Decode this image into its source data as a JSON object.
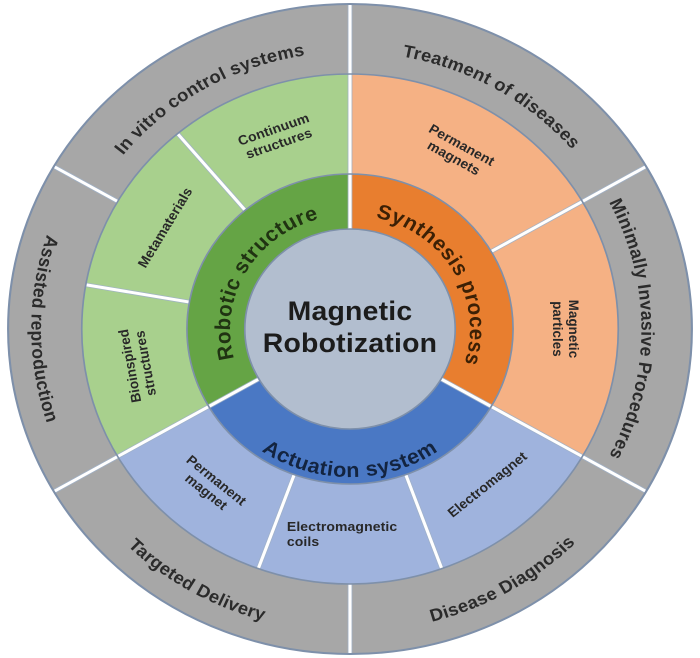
{
  "title": "Magnetic Robotization sunburst diagram",
  "center": {
    "label": "Magnetic Robotization",
    "lines": [
      "Magnetic",
      "Robotization"
    ],
    "fill": "#b2becf",
    "text_color": "#1c1c1c"
  },
  "inner_ring": [
    {
      "label": "Synthesis process",
      "start": 0,
      "end": 120,
      "color": "#e87e2f",
      "text_color": "#3c2005"
    },
    {
      "label": "Actuation system",
      "start": 120,
      "end": 240,
      "color": "#4a78c4",
      "text_color": "#132440"
    },
    {
      "label": "Robotic structure",
      "start": 240,
      "end": 360,
      "color": "#65a445",
      "text_color": "#203312"
    }
  ],
  "middle_ring": [
    {
      "label": "Permanent magnets",
      "lines": [
        "Permanent",
        "magnets"
      ],
      "start": 0,
      "end": 60,
      "color": "#f5b184"
    },
    {
      "label": "Magnetic particles",
      "lines": [
        "Magnetic",
        "particles"
      ],
      "start": 60,
      "end": 120,
      "color": "#f5b184"
    },
    {
      "label": "Electromagnet",
      "lines": [
        "Electromagnet"
      ],
      "start": 120,
      "end": 160,
      "color": "#9fb3dd"
    },
    {
      "label": "Electromagnetic coils",
      "lines": [
        "Electromagnetic",
        "coils"
      ],
      "start": 160,
      "end": 200,
      "color": "#9fb3dd",
      "align": "start"
    },
    {
      "label": "Permanent magnet",
      "lines": [
        "Permanent",
        "magnet"
      ],
      "start": 200,
      "end": 240,
      "color": "#9fb3dd"
    },
    {
      "label": "Bioinspired structures",
      "lines": [
        "Bioinspired",
        "structures"
      ],
      "start": 240,
      "end": 280,
      "color": "#a8d08d"
    },
    {
      "label": "Metamaterials",
      "lines": [
        "Metamaterials"
      ],
      "start": 280,
      "end": 320,
      "color": "#a8d08d"
    },
    {
      "label": "Continuum structures",
      "lines": [
        "Continuum",
        "structures"
      ],
      "start": 320,
      "end": 360,
      "color": "#a8d08d"
    }
  ],
  "outer_ring": [
    {
      "label": "Treatment of diseases",
      "start": 0,
      "end": 60,
      "color": "#a7a7a7"
    },
    {
      "label": "Minimally Invasive Procedures",
      "start": 60,
      "end": 120,
      "color": "#a7a7a7"
    },
    {
      "label": "Disease Diagnosis",
      "start": 120,
      "end": 180,
      "color": "#a7a7a7"
    },
    {
      "label": "Targeted Delivery",
      "start": 180,
      "end": 240,
      "color": "#a7a7a7"
    },
    {
      "label": "Assisted reproduction",
      "start": 240,
      "end": 300,
      "color": "#a7a7a7"
    },
    {
      "label": "In vitro control systems",
      "start": 300,
      "end": 360,
      "color": "#a7a7a7"
    }
  ],
  "label_colors": {
    "middle": "#282828",
    "outer": "#2b2b2b"
  },
  "strokes": {
    "ring_outline": "#7e90aa",
    "divider": "#ffffff",
    "divider_casing": "#9fb1c8"
  }
}
